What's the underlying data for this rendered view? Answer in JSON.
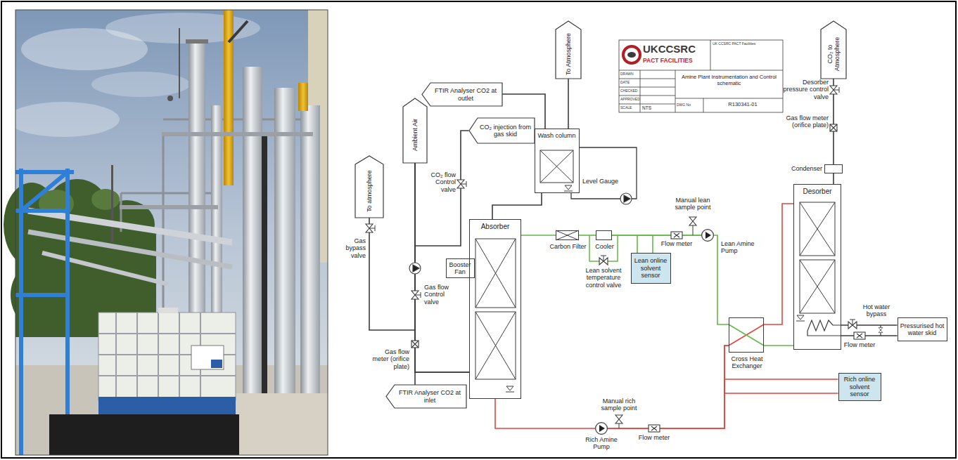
{
  "diagram": {
    "nodes": [
      {
        "text": [
          "To Atmosphere"
        ]
      },
      {
        "text": [
          "CO₂ to Atmosphere"
        ]
      },
      {
        "text": [
          "FTIR Analyser CO2 at outlet"
        ]
      },
      {
        "text": [
          "Ambient Air"
        ]
      },
      {
        "text": [
          "CO₂ injection from gas skid"
        ]
      },
      {
        "text": [
          "Wash column"
        ]
      },
      {
        "text": [
          "Condenser"
        ]
      },
      {
        "text": [
          "Desorber"
        ]
      },
      {
        "text": [
          "To atmosphere"
        ]
      },
      {
        "text": [
          "Absorber"
        ]
      },
      {
        "text": [
          "Carbon Filter"
        ]
      },
      {
        "text": [
          "Cooler"
        ]
      },
      {
        "text": [
          "Lean Amine Pump"
        ]
      },
      {
        "text": [
          "Booster Fan"
        ]
      },
      {
        "text": [
          "Lean online solvent sensor"
        ]
      },
      {
        "text": [
          "Cross Heat Exchanger"
        ]
      },
      {
        "text": [
          "Pressurised hot water skid"
        ]
      },
      {
        "text": [
          "Rich online solvent sensor"
        ]
      },
      {
        "text": [
          "FTIR Analyser CO2 at inlet"
        ]
      },
      {
        "text": [
          "Rich Amine Pump"
        ]
      }
    ],
    "edges": [
      {
        "from": 5,
        "to": 0,
        "arrow": "none"
      },
      {
        "from": 5,
        "to": 2,
        "arrow": "none"
      },
      {
        "from": 9,
        "to": 5,
        "arrow": "none"
      },
      {
        "from": 3,
        "to": 9,
        "arrow": "none"
      },
      {
        "from": 3,
        "to": 8,
        "arrow": "none"
      },
      {
        "from": 4,
        "to": 9,
        "arrow": "none"
      },
      {
        "from": 3,
        "to": 18,
        "arrow": "none"
      },
      {
        "from": 15,
        "to": 12,
        "arrow": "none"
      },
      {
        "from": 12,
        "to": 11,
        "arrow": "none"
      },
      {
        "from": 11,
        "to": 10,
        "arrow": "none"
      },
      {
        "from": 10,
        "to": 9,
        "arrow": "none"
      },
      {
        "from": 12,
        "to": 14,
        "arrow": "none"
      },
      {
        "from": 14,
        "to": 11,
        "arrow": "none"
      },
      {
        "from": 9,
        "to": 19,
        "arrow": "none"
      },
      {
        "from": 19,
        "to": 15,
        "arrow": "none"
      },
      {
        "from": 19,
        "to": 17,
        "arrow": "none"
      },
      {
        "from": 17,
        "to": 15,
        "arrow": "none"
      },
      {
        "from": 15,
        "to": 7,
        "arrow": "none"
      },
      {
        "from": 7,
        "to": 15,
        "arrow": "none"
      },
      {
        "from": 7,
        "to": 6,
        "arrow": "none"
      },
      {
        "from": 6,
        "to": 1,
        "arrow": "none"
      },
      {
        "from": 16,
        "to": 7,
        "arrow": "none"
      },
      {
        "from": 7,
        "to": 16,
        "arrow": "none"
      }
    ],
    "labels": [
      "Gas bypass valve",
      "Gas flow Control valve",
      "Gas flow meter (orifice plate)",
      "CO₂ flow Control valve",
      "Level Gauge",
      "Manual lean sample point",
      "Lean solvent temperature control valve",
      "Flow meter",
      "Hot water bypass",
      "Flow meter",
      "Desorber pressure control valve",
      "Gas flow meter (orifice plate)",
      "Manual rich sample point",
      "Flow meter",
      "UKCCSRC",
      "PACT FACILITIES",
      "UK CCSRC PACT Facilities",
      "DRAWN",
      "DATE",
      "CHECKED",
      "APPROVED",
      "SCALE",
      "NTS",
      "Amine Plant Instrumentation and Control schematic",
      "DWG No",
      "R130341-01"
    ]
  }
}
